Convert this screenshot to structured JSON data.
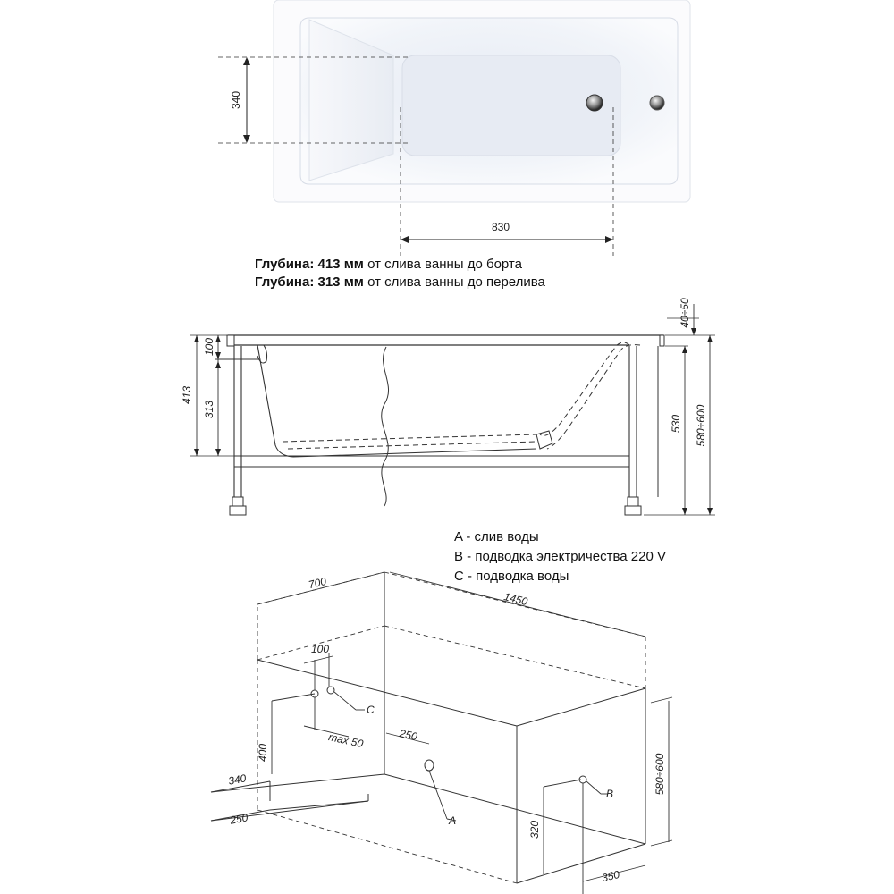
{
  "plan_view": {
    "dim_width": "340",
    "dim_length": "830"
  },
  "depth_info": [
    {
      "label": "Глубина:",
      "value": "413 мм",
      "text": "от слива ванны до борта"
    },
    {
      "label": "Глубина:",
      "value": "313 мм",
      "text": "от слива ванны до перелива"
    }
  ],
  "side_view": {
    "dim_rim": "100",
    "dim_total_depth": "413",
    "dim_overflow_depth": "313",
    "dim_leg_adjust": "40÷50",
    "dim_body_height": "530",
    "dim_total_height": "580÷600"
  },
  "legend": [
    "A - слив воды",
    "B - подводка электричества 220 V",
    "C - подводка воды"
  ],
  "install_view": {
    "dim_width": "700",
    "dim_length": "1450",
    "dim_tap_spacing": "100",
    "dim_max": "max 50",
    "dim_drain_offset": "250",
    "dim_tap_height": "400",
    "dim_side_340": "340",
    "dim_side_250": "250",
    "dim_total_height": "580÷600",
    "dim_power_height": "320",
    "dim_power_offset": "350",
    "marker_a": "A",
    "marker_b": "B",
    "marker_c": "C"
  }
}
